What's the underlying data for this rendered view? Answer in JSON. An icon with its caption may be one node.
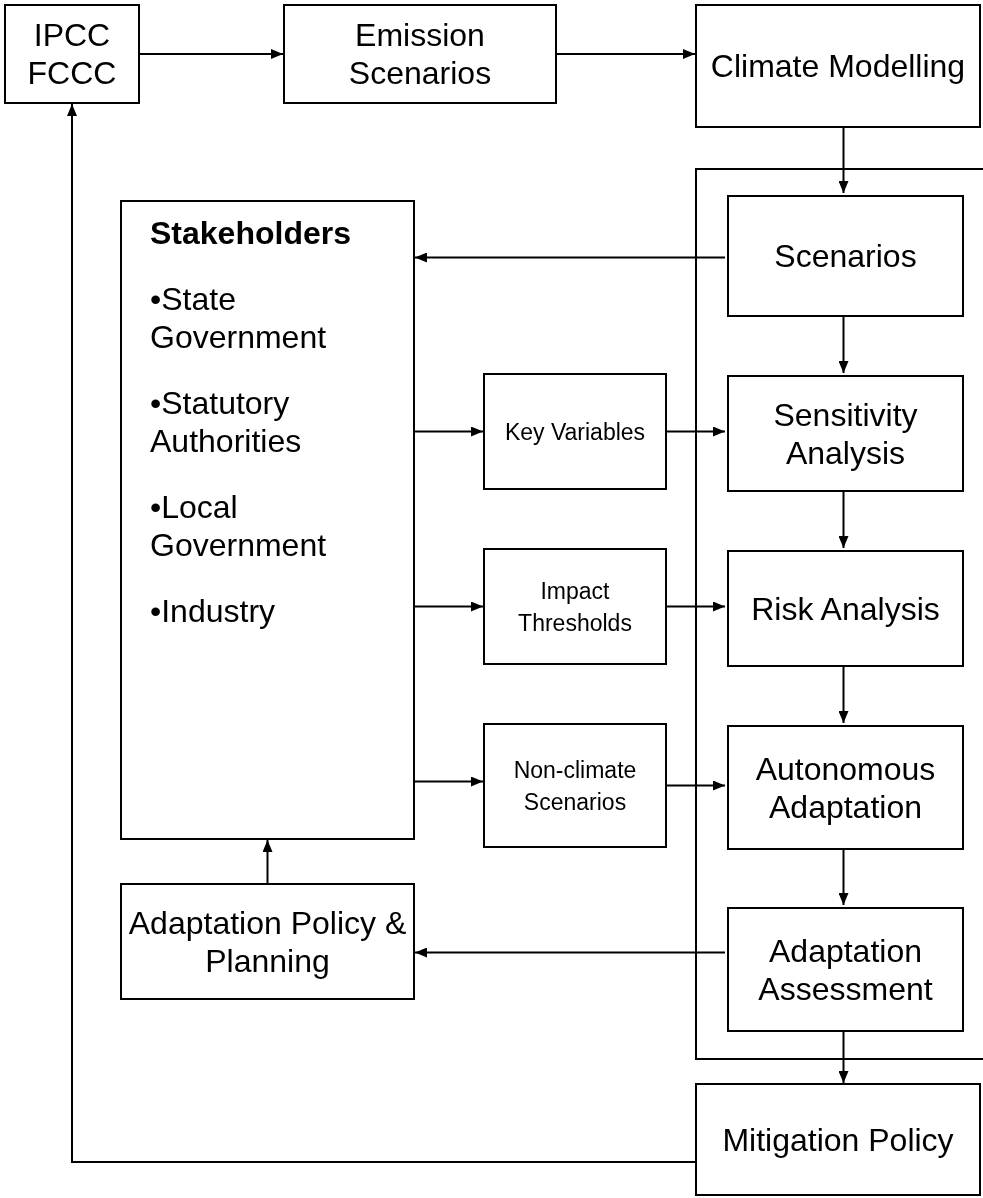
{
  "diagram": {
    "nodes": [
      {
        "text": [
          "IPCC FCCC"
        ]
      },
      {
        "text": [
          "Emission Scenarios"
        ]
      },
      {
        "text": [
          "Climate Modelling"
        ]
      },
      {
        "text": [],
        "shape": "box"
      },
      {
        "text": [
          "Scenarios"
        ],
        "in": 3
      },
      {
        "text": [
          "Sensitivity Analysis"
        ],
        "in": 3
      },
      {
        "text": [
          "Risk Analysis"
        ],
        "in": 3
      },
      {
        "text": [
          "Autonomous Adaptation"
        ],
        "in": 3
      },
      {
        "text": [
          "Adaptation Assessment"
        ],
        "in": 3
      },
      {
        "text": [
          "Stakeholders",
          "•State Government",
          "•Statutory Authorities",
          "•Local Government",
          "•Industry"
        ]
      },
      {
        "text": [
          "Key Variables"
        ]
      },
      {
        "text": [
          "Impact Thresholds"
        ]
      },
      {
        "text": [
          "Non-climate Scenarios"
        ]
      },
      {
        "text": [
          "Adaptation Policy & Planning"
        ]
      },
      {
        "text": [
          "Mitigation Policy"
        ]
      }
    ],
    "edges": [
      {
        "from": 0,
        "to": 1,
        "arrow": "to"
      },
      {
        "from": 1,
        "to": 2,
        "arrow": "to"
      },
      {
        "from": 2,
        "to": 4,
        "arrow": "to"
      },
      {
        "from": 4,
        "to": 9,
        "arrow": "to"
      },
      {
        "from": 4,
        "to": 5,
        "arrow": "to"
      },
      {
        "from": 5,
        "to": 6,
        "arrow": "to"
      },
      {
        "from": 6,
        "to": 7,
        "arrow": "to"
      },
      {
        "from": 7,
        "to": 8,
        "arrow": "to"
      },
      {
        "from": 8,
        "to": 14,
        "arrow": "to"
      },
      {
        "from": 9,
        "to": 10,
        "arrow": "to"
      },
      {
        "from": 10,
        "to": 5,
        "arrow": "to"
      },
      {
        "from": 9,
        "to": 11,
        "arrow": "to"
      },
      {
        "from": 11,
        "to": 6,
        "arrow": "to"
      },
      {
        "from": 9,
        "to": 12,
        "arrow": "to"
      },
      {
        "from": 12,
        "to": 7,
        "arrow": "to"
      },
      {
        "from": 8,
        "to": 13,
        "arrow": "to"
      },
      {
        "from": 13,
        "to": 9,
        "arrow": "to"
      },
      {
        "from": 14,
        "to": 0,
        "arrow": "to"
      }
    ]
  }
}
